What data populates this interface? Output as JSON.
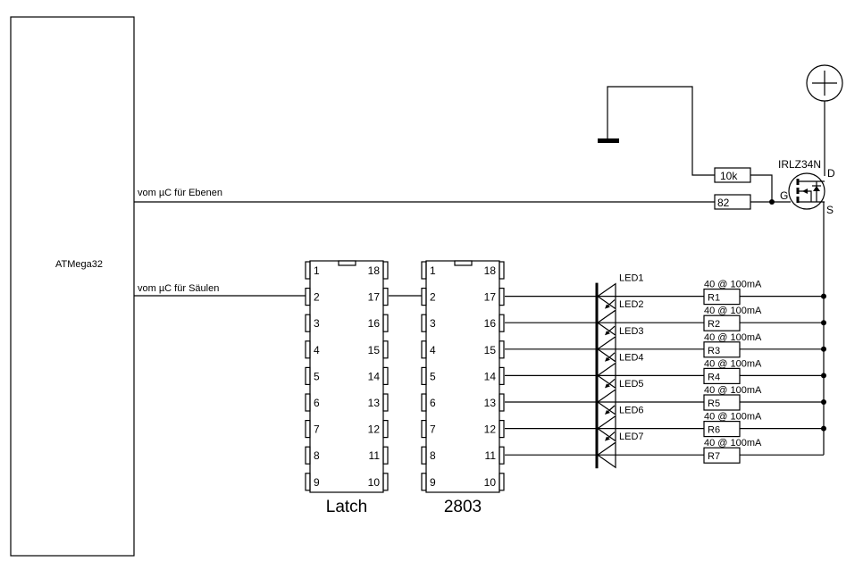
{
  "mcu": {
    "label": "ATMega32"
  },
  "wires": {
    "ebenen": "vom µC für Ebenen",
    "saeulen": "vom µC für Säulen"
  },
  "mosfet": {
    "name": "IRLZ34N",
    "drain": "D",
    "gate": "G",
    "source": "S"
  },
  "resistors": {
    "pulldown": "10k",
    "gate": "82"
  },
  "chips": [
    {
      "label": "Latch",
      "left_pins": [
        "1",
        "2",
        "3",
        "4",
        "5",
        "6",
        "7",
        "8",
        "9"
      ],
      "right_pins": [
        "18",
        "17",
        "16",
        "15",
        "14",
        "13",
        "12",
        "11",
        "10"
      ]
    },
    {
      "label": "2803",
      "left_pins": [
        "1",
        "2",
        "3",
        "4",
        "5",
        "6",
        "7",
        "8",
        "9"
      ],
      "right_pins": [
        "18",
        "17",
        "16",
        "15",
        "14",
        "13",
        "12",
        "11",
        "10"
      ]
    }
  ],
  "leds": [
    "LED1",
    "LED2",
    "LED3",
    "LED4",
    "LED5",
    "LED6",
    "LED7"
  ],
  "led_resistors": [
    "R1",
    "R2",
    "R3",
    "R4",
    "R5",
    "R6",
    "R7"
  ],
  "resistor_values": [
    "40 @ 100mA",
    "40 @ 100mA",
    "40 @ 100mA",
    "40 @ 100mA",
    "40 @ 100mA",
    "40 @ 100mA",
    "40 @ 100mA"
  ],
  "supply": {
    "symbol": "plus"
  }
}
